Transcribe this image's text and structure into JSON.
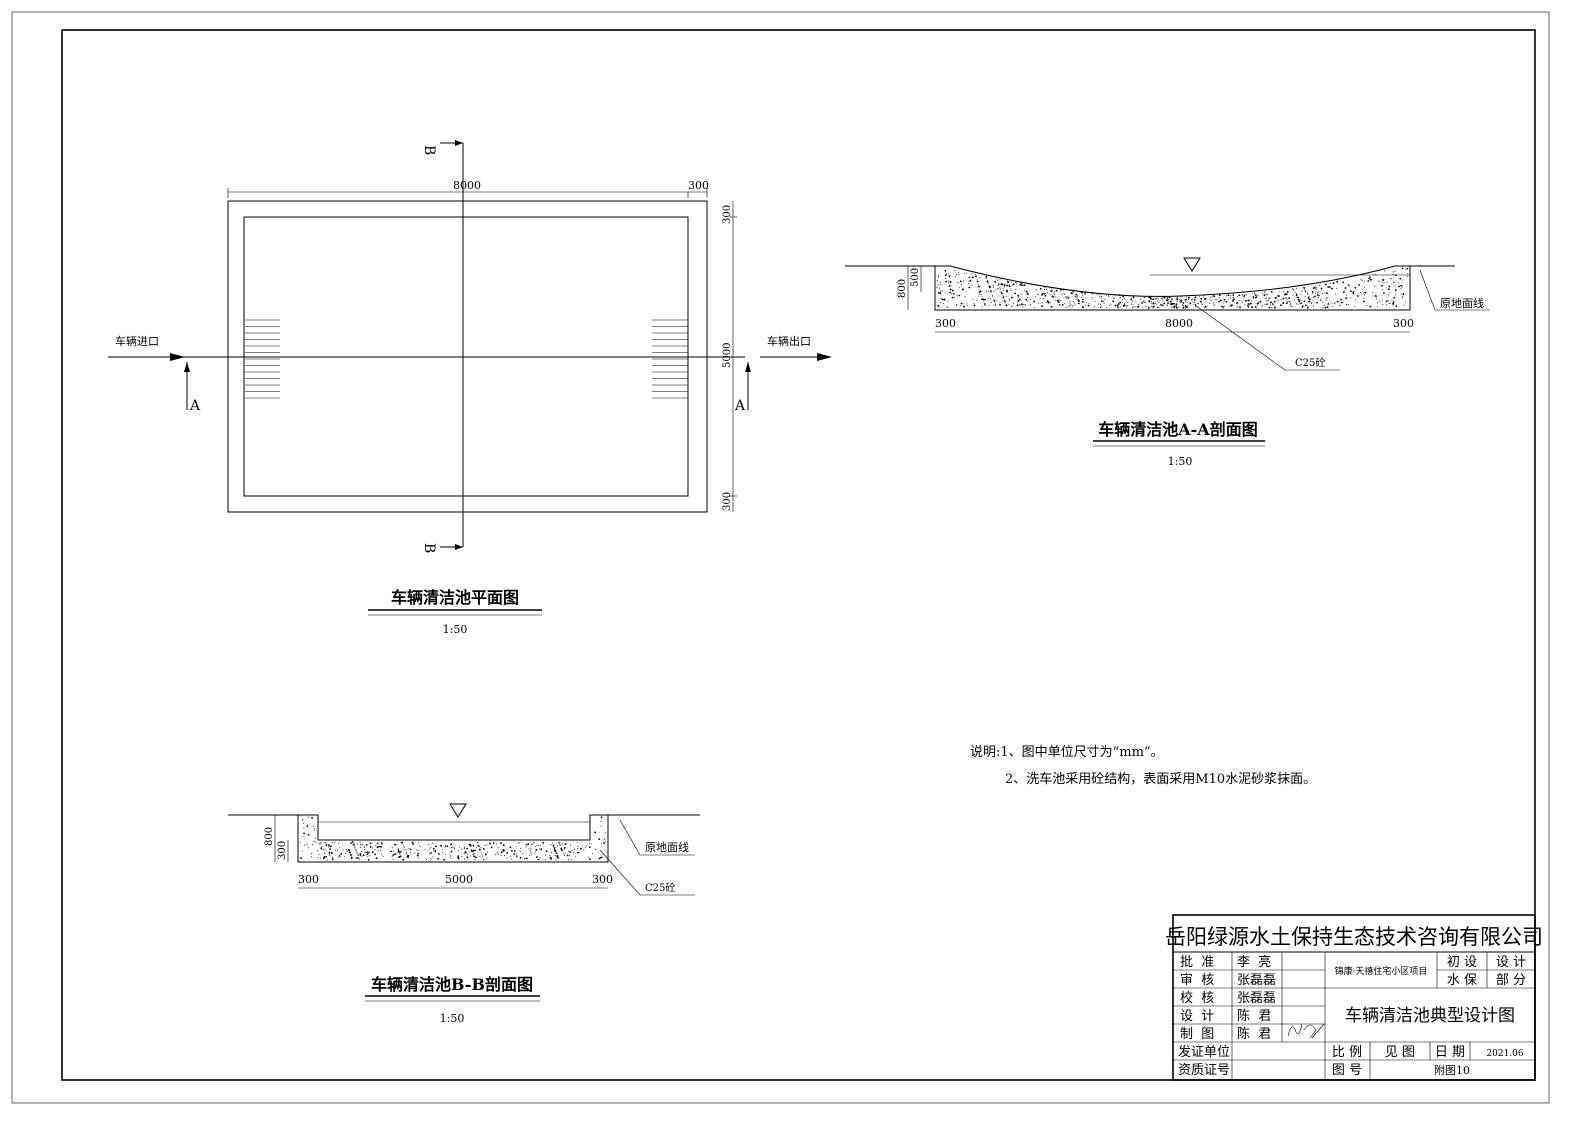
{
  "plan": {
    "title": "车辆清洁池平面图",
    "scale": "1:50",
    "entry": "车辆进口",
    "exit": "车辆出口",
    "dim_length": "8000",
    "dim_wall": "300",
    "dim_width": "5000",
    "dim_wall_r1": "300",
    "dim_wall_r2": "300",
    "section_a": "A",
    "section_b": "B"
  },
  "section_aa": {
    "title": "车辆清洁池A-A剖面图",
    "scale": "1:50",
    "dim_800": "800",
    "dim_500": "500",
    "dim_left": "300",
    "dim_mid": "8000",
    "dim_right": "300",
    "material": "C25砼",
    "ground": "原地面线"
  },
  "section_bb": {
    "title": "车辆清洁池B-B剖面图",
    "scale": "1:50",
    "dim_800": "800",
    "dim_300": "300",
    "dim_left": "300",
    "dim_mid": "5000",
    "dim_right": "300",
    "material": "C25砼",
    "ground": "原地面线"
  },
  "notes": [
    "说明:1、图中单位尺寸为“mm”。",
    "2、洗车池采用砼结构，表面采用M10水泥砂浆抹面。"
  ],
  "title_block": {
    "company": "岳阳绿源水土保持生态技术咨询有限公司",
    "roles": [
      {
        "role": "批  准",
        "name": "李  亮"
      },
      {
        "role": "审  核",
        "name": "张磊磊"
      },
      {
        "role": "校  核",
        "name": "张磊磊"
      },
      {
        "role": "设  计",
        "name": "陈  君"
      },
      {
        "role": "制  图",
        "name": "陈  君"
      }
    ],
    "issuer_label": "发证单位",
    "cert_label": "资质证号",
    "project": "锦康·天禧住宅小区项目",
    "stage1": "初 设",
    "stage2": "水 保",
    "part1": "设 计",
    "part2": "部 分",
    "drawing_title": "车辆清洁池典型设计图",
    "scale_label": "比 例",
    "scale_value": "见 图",
    "date_label": "日 期",
    "date_value": "2021.06",
    "number_label": "图 号",
    "number_value": "附图10",
    "signature": "陈君"
  }
}
